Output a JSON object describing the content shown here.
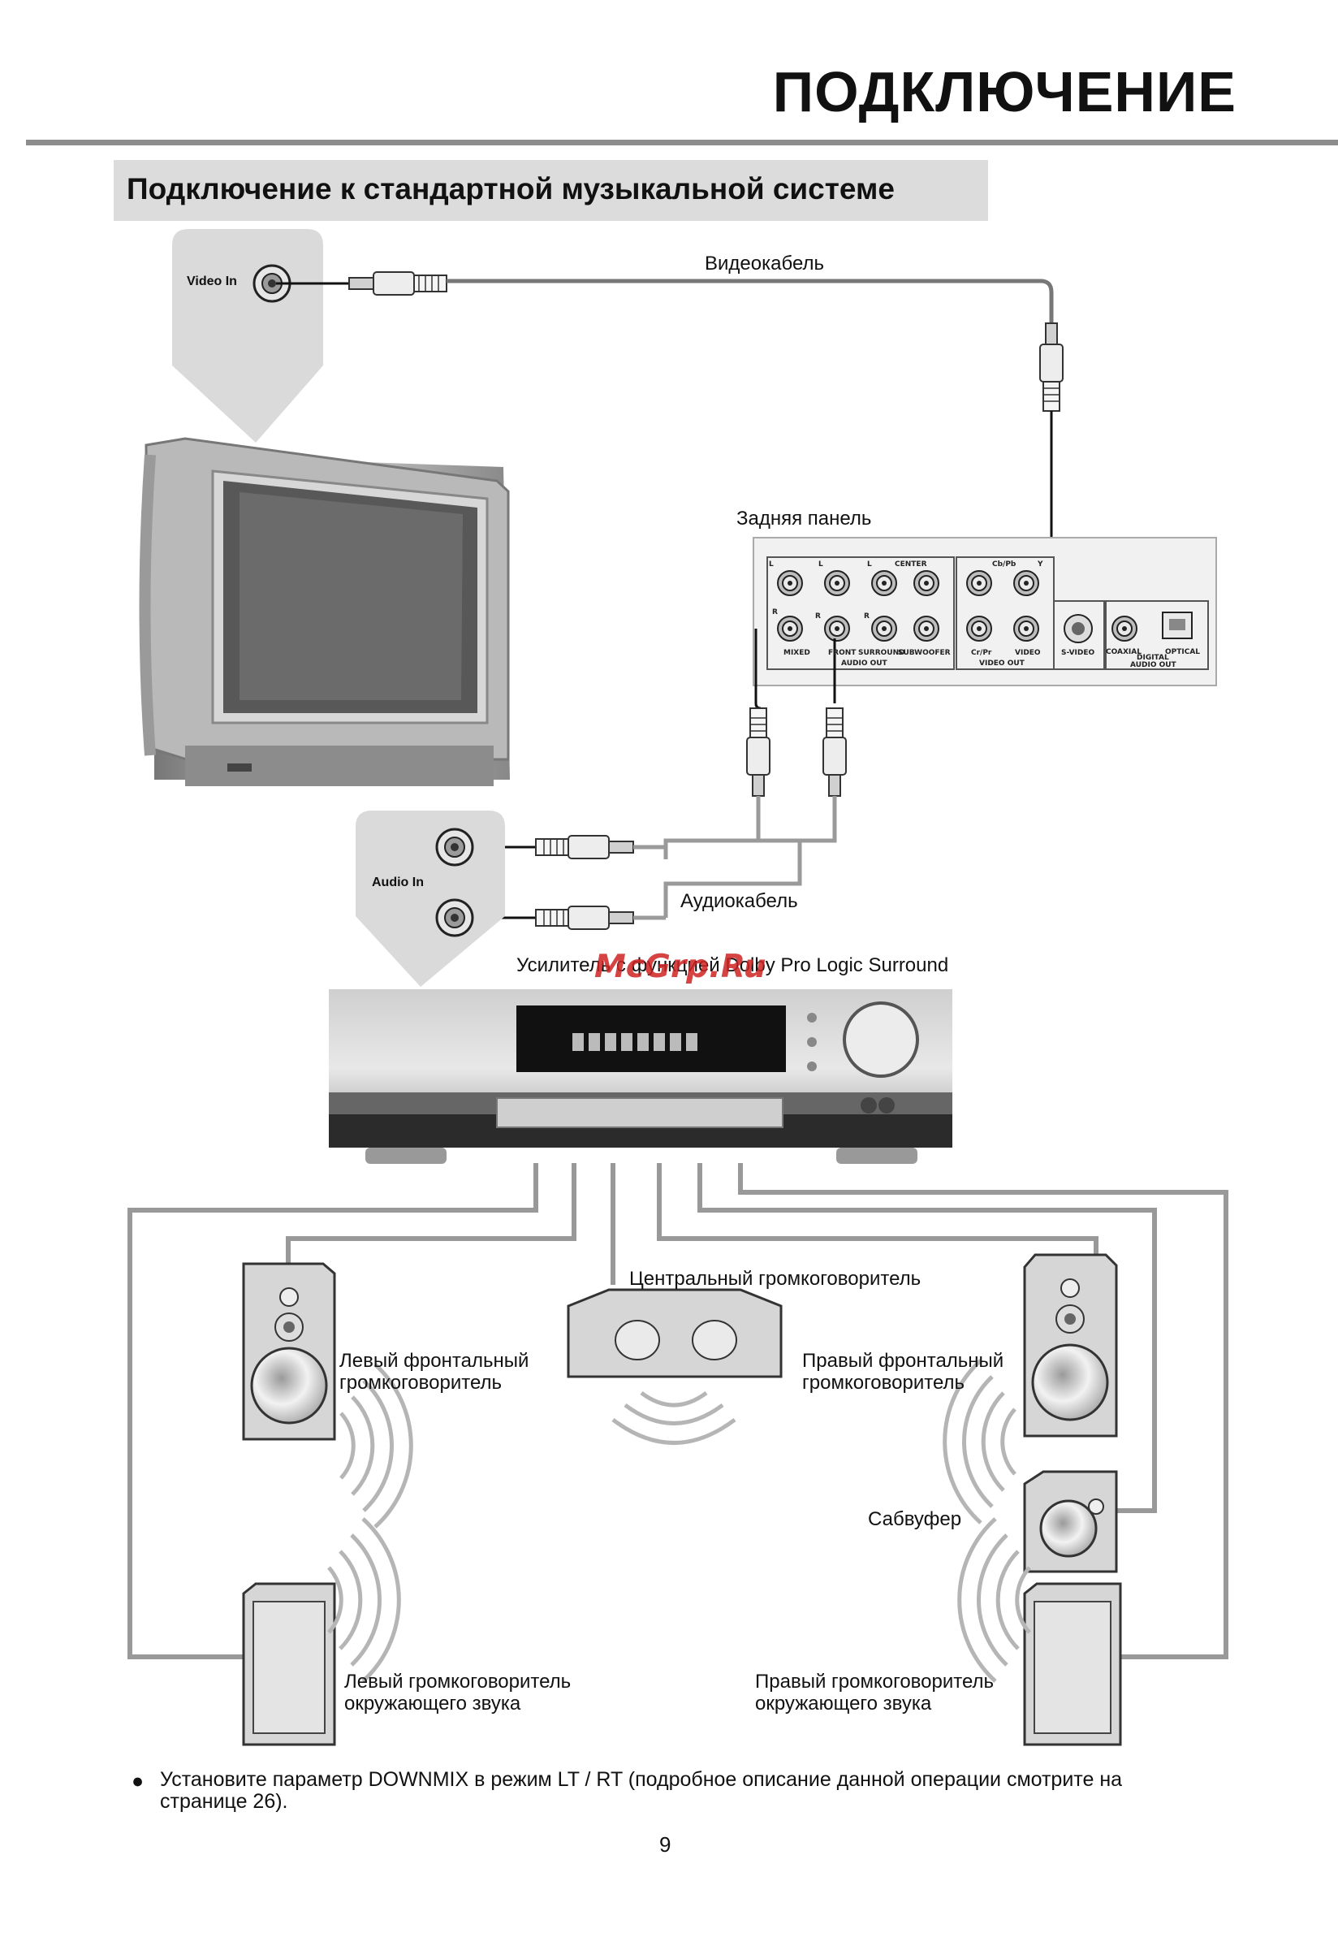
{
  "header": {
    "title": "ПОДКЛЮЧЕНИЕ"
  },
  "section": {
    "title": "Подключение к стандартной музыкальной системе"
  },
  "labels": {
    "video_cable": "Видеокабель",
    "rear_panel": "Задняя панель",
    "audio_cable": "Аудиокабель",
    "amplifier": "Усилитель с функцией Dolby Pro Logic Surround",
    "video_in": "Video In",
    "audio_in": "Audio In",
    "center_speaker": "Центральный громкоговоритель",
    "left_front": "Левый фронтальный\nгромкоговоритель",
    "right_front": "Правый фронтальный\nгромкоговоритель",
    "subwoofer": "Сабвуфер",
    "left_surround": "Левый громкоговоритель\nокружающего звука",
    "right_surround": "Правый громкоговоритель\nокружающего звука"
  },
  "panel": {
    "ch_l1": "L",
    "ch_l2": "L",
    "ch_l3": "L",
    "ch_center": "CENTER",
    "ch_r1": "R",
    "ch_r2": "R",
    "ch_r3": "R",
    "mixed": "MIXED",
    "front": "FRONT",
    "surround": "SURROUND",
    "subwoofer": "SUBWOOFER",
    "audio_out": "AUDIO OUT",
    "cb_pb": "Cb/Pb",
    "y": "Y",
    "cr_pr": "Cr/Pr",
    "video": "VIDEO",
    "s_video": "S-VIDEO",
    "video_out": "VIDEO OUT",
    "coaxial": "COAXIAL",
    "optical": "OPTICAL",
    "digital": "DIGITAL",
    "digital_audio_out": "AUDIO OUT"
  },
  "watermark": "McGrp.Ru",
  "note": "Установите параметр DOWNMIX в режим LT / RT (подробное описание данной операции смотрите на странице 26).",
  "bullet": "●",
  "page_number": "9"
}
